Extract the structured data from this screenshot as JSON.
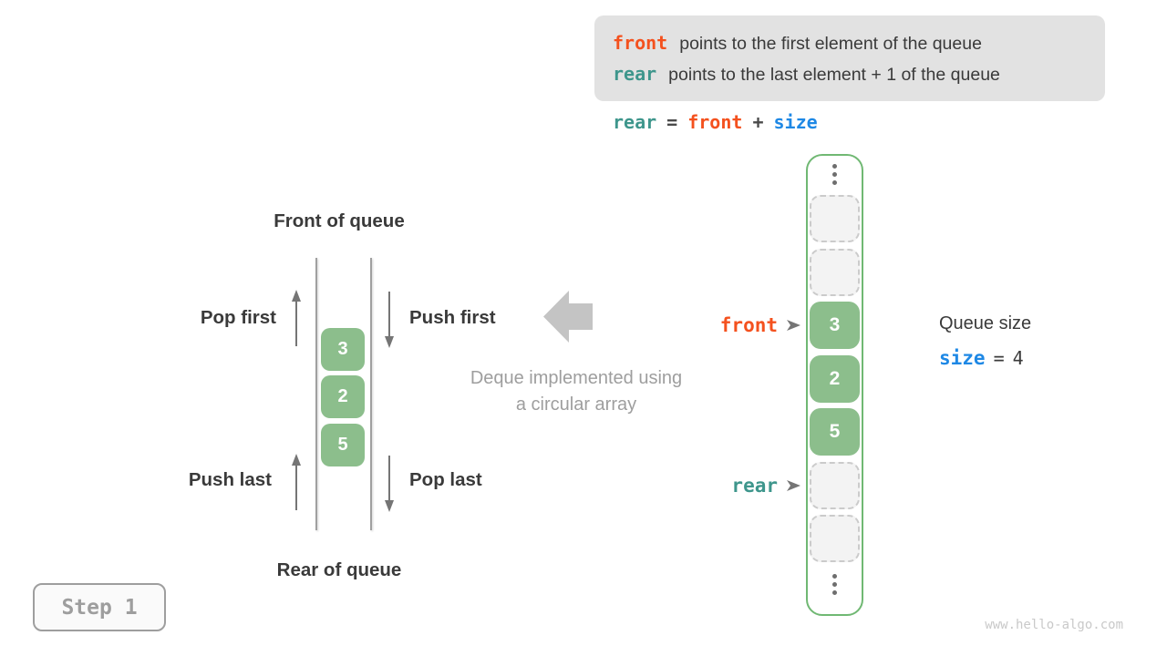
{
  "header_note": {
    "lines": [
      {
        "keyword": "front",
        "description": "points to the first element of the queue"
      },
      {
        "keyword": "rear",
        "description": "points to the last element + 1 of the queue"
      }
    ]
  },
  "formula": {
    "rear": "rear",
    "equals": "=",
    "front": "front",
    "plus": "+",
    "size": "size"
  },
  "deque": {
    "front_of_queue": "Front of queue",
    "rear_of_queue": "Rear of queue",
    "pop_first": "Pop first",
    "push_first": "Push first",
    "push_last": "Push last",
    "pop_last": "Pop last",
    "values": [
      "3",
      "2",
      "5"
    ]
  },
  "caption": {
    "line1": "Deque implemented using",
    "line2": "a circular array"
  },
  "array": {
    "cells": [
      {
        "type": "ellipsis"
      },
      {
        "type": "empty"
      },
      {
        "type": "empty"
      },
      {
        "type": "value",
        "value": "3"
      },
      {
        "type": "value",
        "value": "2"
      },
      {
        "type": "value",
        "value": "5"
      },
      {
        "type": "empty"
      },
      {
        "type": "empty"
      },
      {
        "type": "ellipsis"
      }
    ],
    "front_pointer": "front",
    "rear_pointer": "rear"
  },
  "size_panel": {
    "title": "Queue size",
    "keyword": "size",
    "equals": "=",
    "value": "4"
  },
  "step_label": "Step 1",
  "watermark": "www.hello-algo.com",
  "colors": {
    "orange": "#F4511E",
    "teal": "#3E968C",
    "blue": "#1E88E5",
    "green_fill": "#8CBE8C",
    "green_border": "#70B873",
    "note_bg": "#E2E2E2",
    "dark_text": "#3A3A3A",
    "gray_text": "#9E9E9E",
    "arrow_gray": "#C4C4C4"
  }
}
